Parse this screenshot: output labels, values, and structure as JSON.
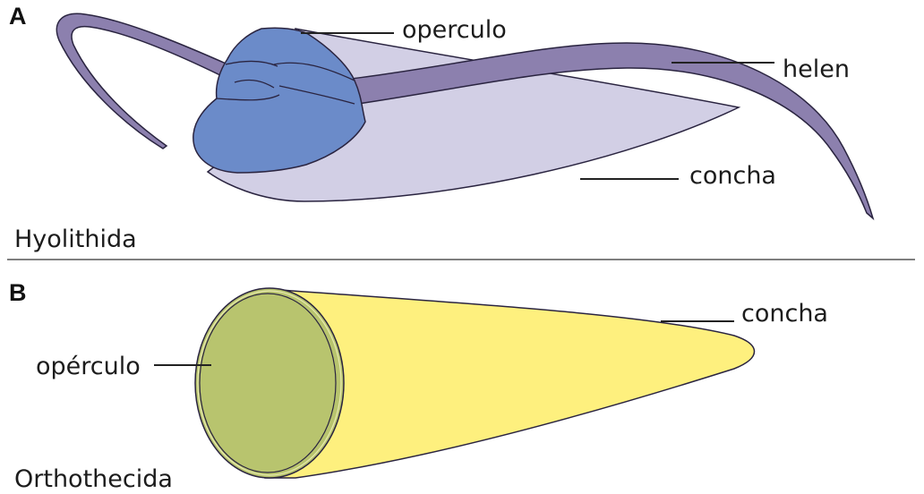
{
  "panel_a": {
    "letter": "A",
    "group_name": "Hyolithida",
    "labels": {
      "operculum": "operculo",
      "helens": "helen",
      "shell": "concha"
    }
  },
  "panel_b": {
    "letter": "B",
    "group_name": "Orthothecida",
    "labels": {
      "operculum": "opérculo",
      "shell": "concha"
    }
  },
  "colors": {
    "hyolithid_shell": "#d2cfe5",
    "hyolithid_operculum": "#6b8bc9",
    "hyolithid_helens": "#8c80ae",
    "orthothecid_shell": "#fef07e",
    "orthothecid_operculum": "#b8c46e",
    "outline": "#2a2440",
    "divider": "#555555"
  }
}
